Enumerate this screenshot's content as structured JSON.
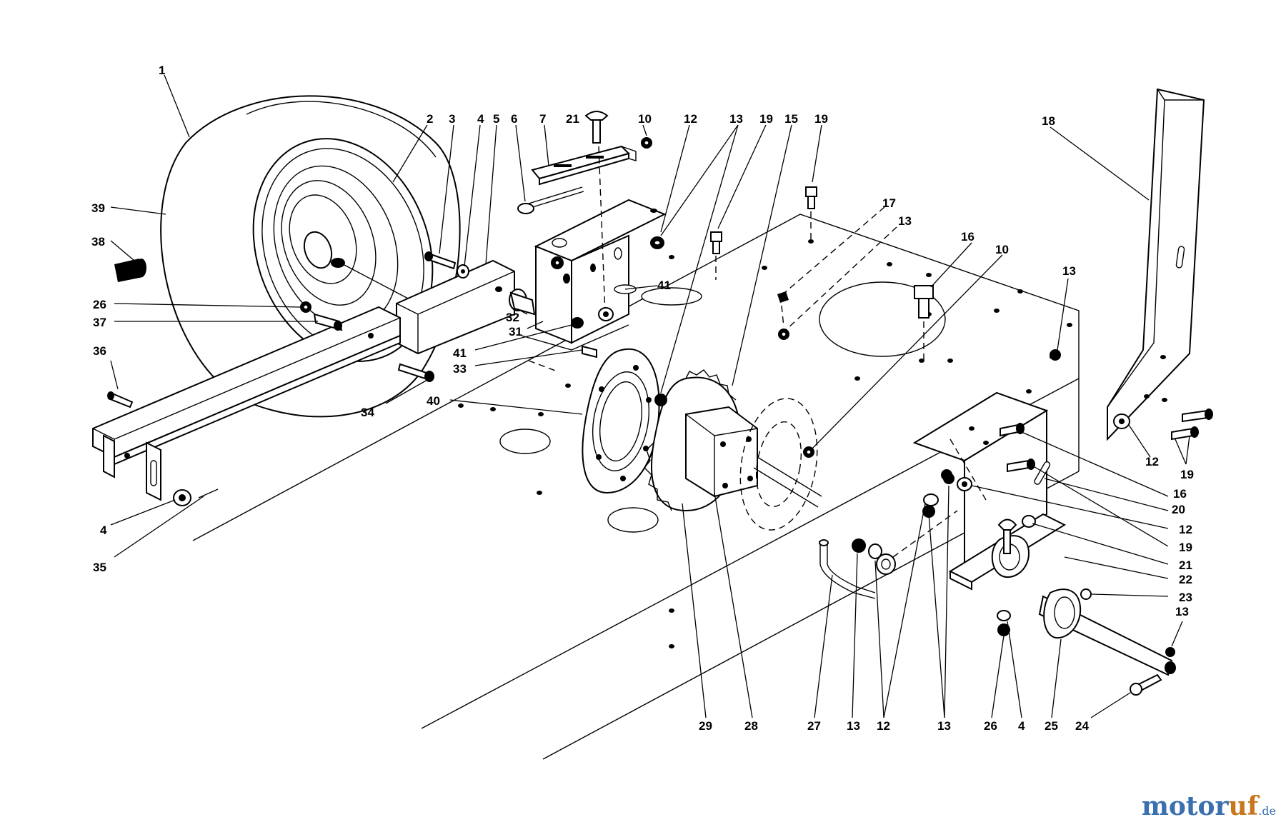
{
  "diagram": {
    "callouts": [
      "1",
      "2",
      "3",
      "4",
      "5",
      "6",
      "7",
      "21",
      "10",
      "12",
      "13",
      "19",
      "15",
      "19",
      "18",
      "39",
      "38",
      "26",
      "37",
      "36",
      "32",
      "31",
      "41",
      "41",
      "33",
      "34",
      "40",
      "17",
      "13",
      "16",
      "10",
      "13",
      "4",
      "35",
      "12",
      "19",
      "16",
      "20",
      "12",
      "19",
      "21",
      "22",
      "23",
      "13",
      "29",
      "28",
      "27",
      "13",
      "12",
      "13",
      "26",
      "4",
      "25",
      "24"
    ]
  },
  "watermark": {
    "part_a": "motor",
    "part_b": "uf",
    "part_c": ".de"
  }
}
